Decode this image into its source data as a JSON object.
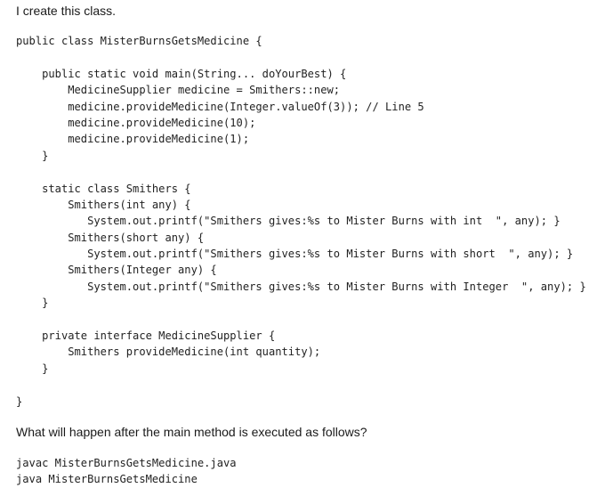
{
  "intro_text": "I create this class.",
  "code_lines": [
    "public class MisterBurnsGetsMedicine {",
    "",
    "    public static void main(String... doYourBest) {",
    "        MedicineSupplier medicine = Smithers::new;",
    "        medicine.provideMedicine(Integer.valueOf(3)); // Line 5",
    "        medicine.provideMedicine(10);",
    "        medicine.provideMedicine(1);",
    "    }",
    "",
    "    static class Smithers {",
    "        Smithers(int any) {",
    "           System.out.printf(\"Smithers gives:%s to Mister Burns with int  \", any); }",
    "        Smithers(short any) {",
    "           System.out.printf(\"Smithers gives:%s to Mister Burns with short  \", any); }",
    "        Smithers(Integer any) {",
    "           System.out.printf(\"Smithers gives:%s to Mister Burns with Integer  \", any); }",
    "    }",
    "",
    "    private interface MedicineSupplier {",
    "        Smithers provideMedicine(int quantity);",
    "    }",
    "",
    "}"
  ],
  "question_text": "What will happen after the main method is executed as follows?",
  "command_lines": [
    "javac MisterBurnsGetsMedicine.java",
    "java MisterBurnsGetsMedicine"
  ]
}
